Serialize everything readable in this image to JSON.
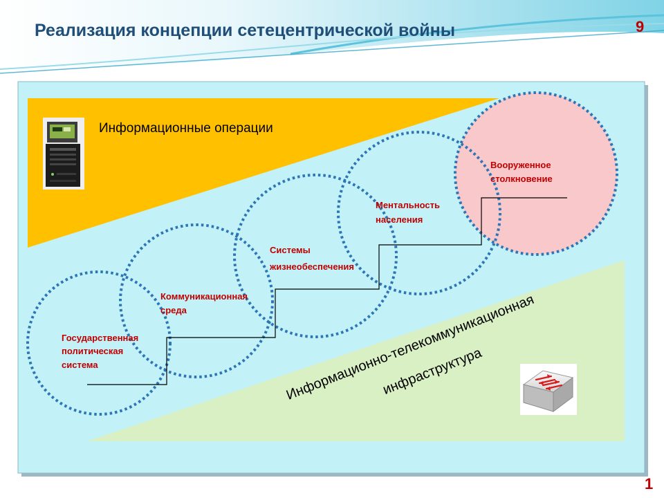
{
  "slide": {
    "title": "Реализация концепции сетецентрической войны",
    "slide_number": "9",
    "page_number": "1"
  },
  "colors": {
    "title": "#1f4e79",
    "accent_red": "#c00000",
    "panel": "#c2f2f7",
    "info_operations_band": "#ffc000",
    "infrastructure_band": "#d9efc4",
    "circle_dots": "#2e75b6",
    "combat_circle_fill": "#f9c8cb"
  },
  "diagram": {
    "info_operations_label": "Информационные операции",
    "infrastructure_label_line1": "Информационно-телекоммуникационная",
    "infrastructure_label_line2": "инфраструктура",
    "levels": {
      "political_system": [
        "Государственная",
        "политическая",
        "система"
      ],
      "communication_environment": [
        "Коммуникационная",
        "среда"
      ],
      "life_support_systems": [
        "Системы",
        "жизнеобеспечения"
      ],
      "population_mentality": [
        "Ментальность",
        "населения"
      ],
      "armed_conflict": [
        "Вооруженное",
        "столкновение"
      ]
    }
  },
  "icons": {
    "server": "server-icon",
    "network_switch": "network-switch-icon"
  }
}
